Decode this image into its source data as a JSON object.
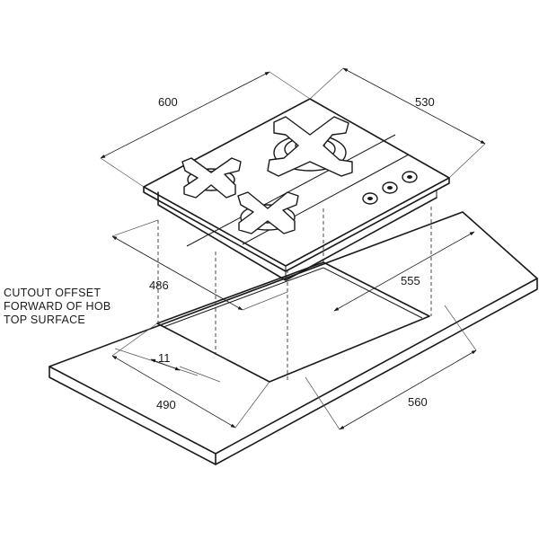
{
  "dimensions": {
    "hob_width": "600",
    "hob_depth": "530",
    "cutout_depth": "486",
    "cutout_width": "555",
    "offset": "11",
    "counter_depth": "490",
    "counter_width": "560"
  },
  "note": {
    "line1": "CUTOUT OFFSET",
    "line2": "FORWARD OF HOB",
    "line3": "TOP SURFACE"
  }
}
